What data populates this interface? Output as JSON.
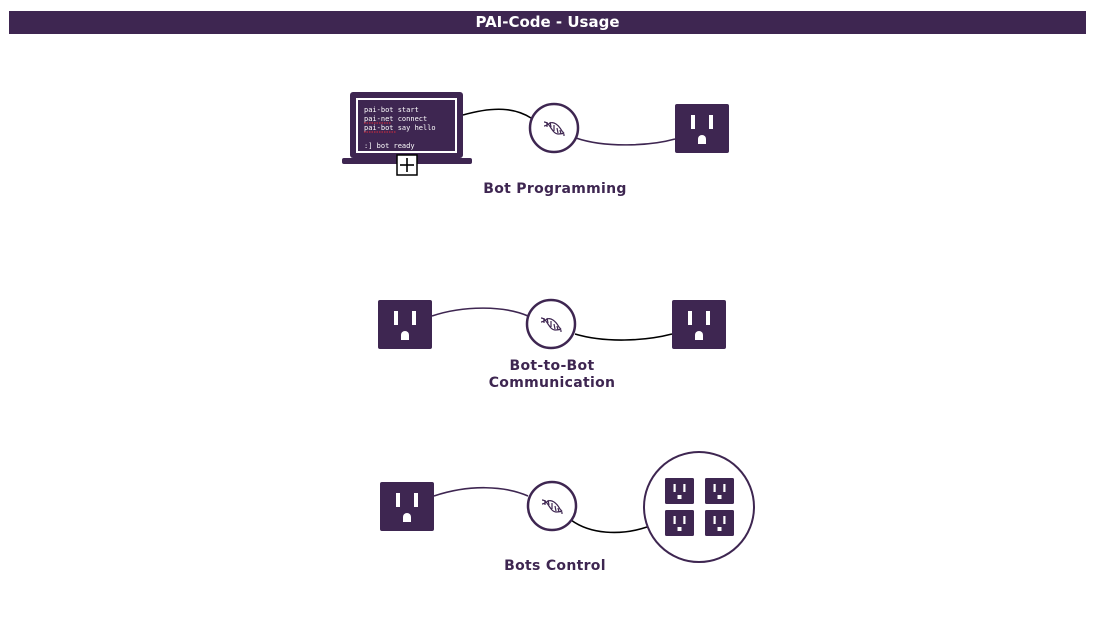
{
  "header": {
    "title": "PAI-Code - Usage"
  },
  "colors": {
    "brand": "#3e2651",
    "wire": "#000000",
    "background": "#ffffff"
  },
  "sections": [
    {
      "label": "Bot Programming",
      "left_node": "laptop-terminal",
      "middle_node": "dna-icon",
      "right_node": "power-outlet-icon",
      "terminal_lines": [
        "pai-bot start",
        "pai-net connect",
        "pai-bot say hello",
        ":] bot ready"
      ],
      "terminal_lines_underlined": [
        false,
        true,
        true,
        false
      ]
    },
    {
      "label_line1": "Bot-to-Bot",
      "label_line2": "Communication",
      "left_node": "power-outlet-icon",
      "middle_node": "dna-icon",
      "right_node": "power-outlet-icon"
    },
    {
      "label": "Bots Control",
      "left_node": "power-outlet-icon",
      "middle_node": "dna-icon",
      "right_node": "power-strip-4-outlets"
    }
  ]
}
